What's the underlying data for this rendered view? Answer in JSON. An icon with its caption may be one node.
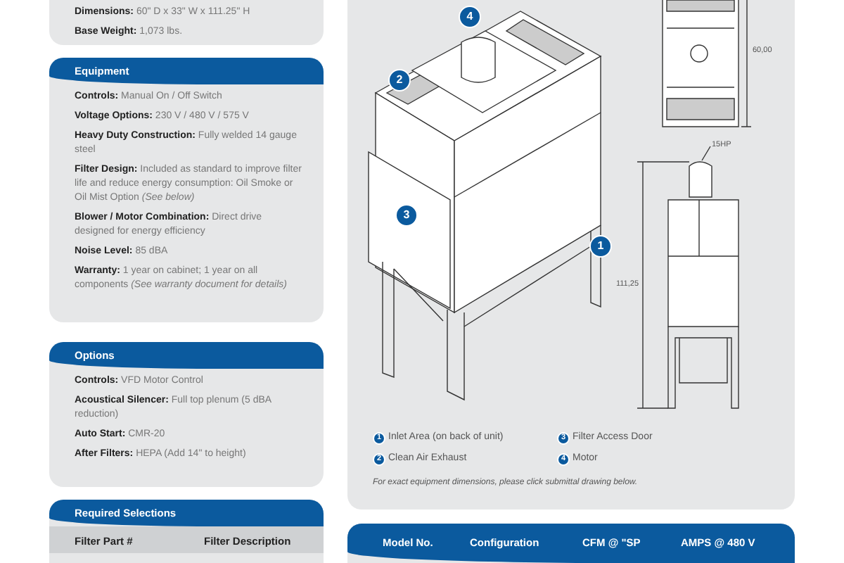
{
  "diagram": {
    "nodes": [
      {
        "text": [
          "**Dimensions:** 60\" D x 33\" W x 111.25\" H",
          "**Base Weight:** 1,073 lbs."
        ]
      },
      {
        "text": [
          "Equipment",
          "**Controls:** Manual On / Off Switch",
          "**Voltage Options:** 230 V / 480 V / 575 V",
          "**Heavy Duty Construction:** Fully welded 14 gauge steel",
          "**Filter Design:** Included as standard to improve filter life and reduce energy consumption: Oil Smoke or Oil Mist Option *(See below)*",
          "**Blower / Motor Combination:** Direct drive designed for energy efficiency",
          "**Noise Level:** 85 dBA",
          "**Warranty:** 1 year on cabinet; 1 year on all components *(See warranty document for details)*"
        ]
      },
      {
        "text": [
          "Options",
          "**Controls:** VFD Motor Control",
          "**Acoustical Silencer:** Full top plenum (5 dBA reduction)",
          "**Auto Start:** CMR-20",
          "**After Filters:** HEPA (Add 14\" to height)"
        ]
      },
      {
        "text": [
          "Required Selections",
          "Filter Part #",
          "Filter Description"
        ]
      },
      {
        "text": [],
        "shape": "box"
      },
      {
        "text": [
          "Model No.",
          "Configuration",
          "CFM @ \"SP",
          "AMPS @ 480 V"
        ]
      }
    ],
    "labels": [
      "4",
      "2",
      "60,00",
      "15HP",
      "3",
      "1",
      "111,25",
      "1",
      "Inlet Area (on back of unit)",
      "3",
      "Filter Access Door",
      "2",
      "Clean Air Exhaust",
      "4",
      "Motor",
      "For exact equipment dimensions, please click submittal drawing below."
    ]
  }
}
